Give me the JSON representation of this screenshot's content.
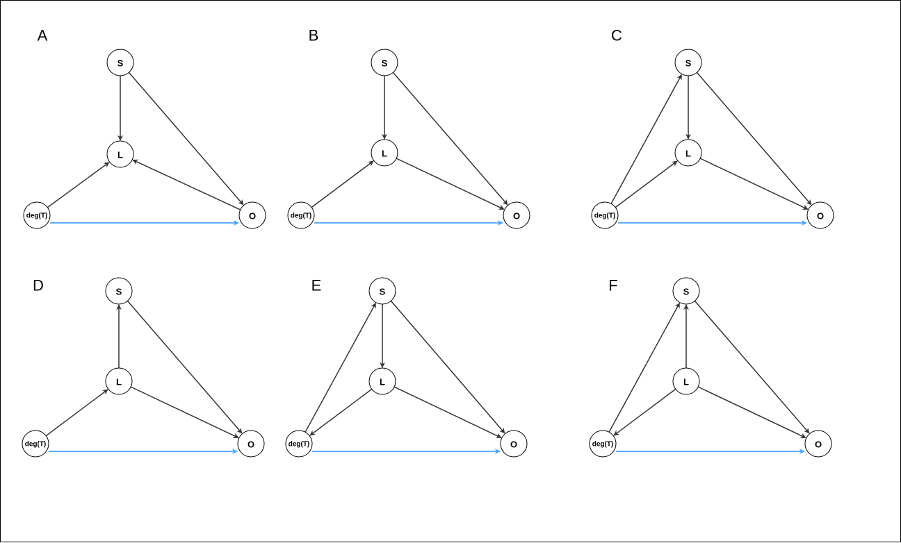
{
  "colors": {
    "edge": "#333333",
    "highlight": "#4aa3ff",
    "node_stroke": "#000000",
    "background": "#ffffff"
  },
  "node_labels": {
    "S": "S",
    "L": "L",
    "T": "deg(T)",
    "O": "O"
  },
  "panels": [
    {
      "label": "A",
      "edges": [
        [
          "S",
          "L"
        ],
        [
          "S",
          "O"
        ],
        [
          "T",
          "L"
        ],
        [
          "O",
          "L"
        ],
        [
          "T",
          "O"
        ]
      ]
    },
    {
      "label": "B",
      "edges": [
        [
          "S",
          "L"
        ],
        [
          "S",
          "O"
        ],
        [
          "T",
          "L"
        ],
        [
          "L",
          "O"
        ],
        [
          "T",
          "O"
        ]
      ]
    },
    {
      "label": "C",
      "edges": [
        [
          "T",
          "S"
        ],
        [
          "S",
          "L"
        ],
        [
          "S",
          "O"
        ],
        [
          "T",
          "L"
        ],
        [
          "L",
          "O"
        ],
        [
          "T",
          "O"
        ]
      ]
    },
    {
      "label": "D",
      "edges": [
        [
          "L",
          "S"
        ],
        [
          "S",
          "O"
        ],
        [
          "T",
          "L"
        ],
        [
          "L",
          "O"
        ],
        [
          "T",
          "O"
        ]
      ]
    },
    {
      "label": "E",
      "edges": [
        [
          "T",
          "S"
        ],
        [
          "S",
          "L"
        ],
        [
          "S",
          "O"
        ],
        [
          "L",
          "T"
        ],
        [
          "L",
          "O"
        ],
        [
          "T",
          "O"
        ]
      ]
    },
    {
      "label": "F",
      "edges": [
        [
          "T",
          "S"
        ],
        [
          "L",
          "S"
        ],
        [
          "S",
          "O"
        ],
        [
          "L",
          "T"
        ],
        [
          "L",
          "O"
        ],
        [
          "T",
          "O"
        ]
      ]
    }
  ]
}
